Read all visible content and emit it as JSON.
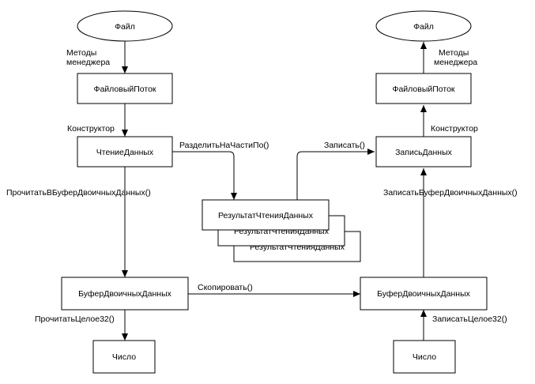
{
  "nodes": {
    "file_left": "Файл",
    "file_right": "Файл",
    "filestream_left": "ФайловыйПоток",
    "filestream_right": "ФайловыйПоток",
    "data_reader": "ЧтениеДанных",
    "data_writer": "ЗаписьДанных",
    "read_result_1": "РезультатЧтенияДанных",
    "read_result_2": "РезультатЧтенияДанных",
    "read_result_3": "РезультатЧтенияДанных",
    "binary_buffer_left": "БуферДвоичныхДанных",
    "binary_buffer_right": "БуферДвоичныхДанных",
    "number_left": "Число",
    "number_right": "Число"
  },
  "edges": {
    "manager_methods_left": [
      "Методы",
      "менеджера"
    ],
    "manager_methods_right": [
      "Методы",
      "менеджера"
    ],
    "constructor_left": "Конструктор",
    "constructor_right": "Конструктор",
    "split_into_parts": "РазделитьНаЧастиПо()",
    "write": "Записать()",
    "read_into_binary_buffer": "ПрочитатьВБуферДвоичныхДанных()",
    "write_binary_buffer": "ЗаписатьБуферДвоичныхДанных()",
    "copy": "Скопировать()",
    "read_int32": "ПрочитатьЦелое32()",
    "write_int32": "ЗаписатьЦелое32()"
  }
}
